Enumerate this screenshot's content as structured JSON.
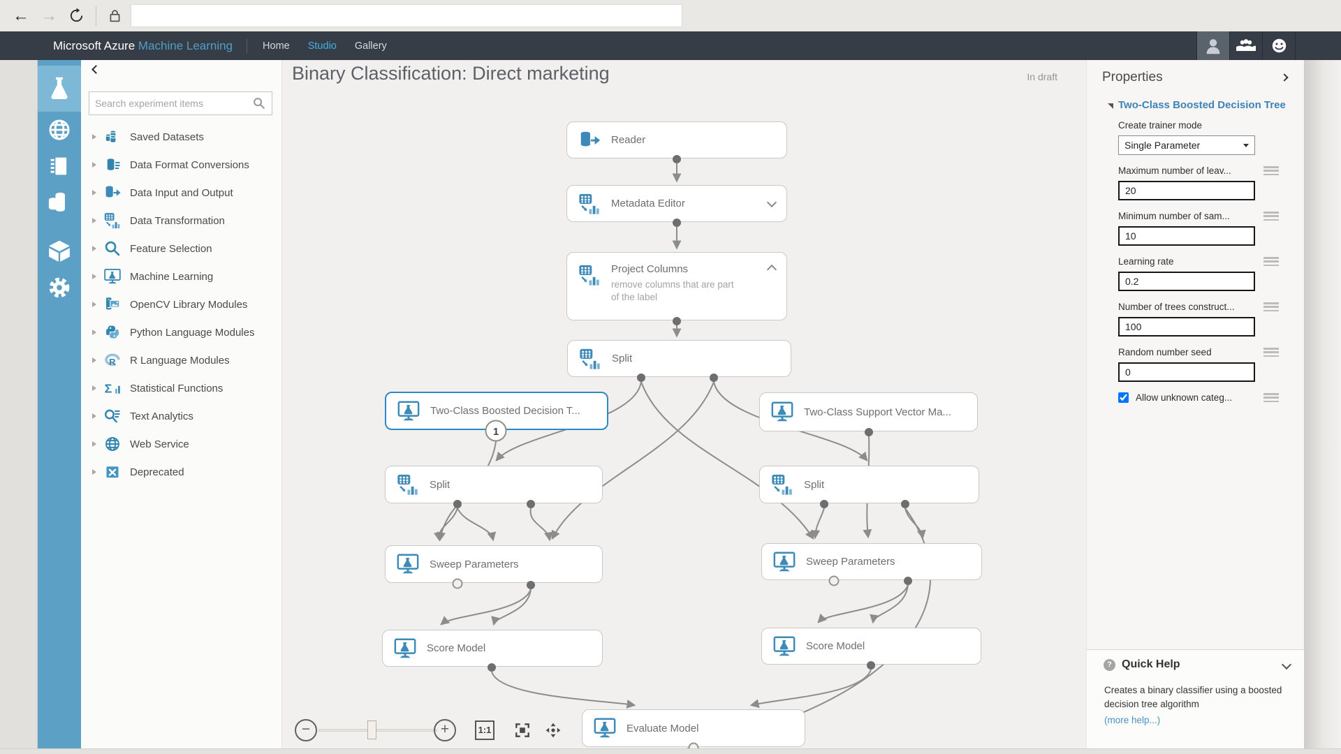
{
  "browser": {
    "url": ""
  },
  "header": {
    "brand_primary": "Microsoft Azure",
    "brand_secondary": "Machine Learning",
    "nav": [
      {
        "label": "Home"
      },
      {
        "label": "Studio"
      },
      {
        "label": "Gallery"
      }
    ]
  },
  "palette": {
    "search_placeholder": "Search experiment items",
    "items": [
      {
        "label": "Saved Datasets"
      },
      {
        "label": "Data Format Conversions"
      },
      {
        "label": "Data Input and Output"
      },
      {
        "label": "Data Transformation"
      },
      {
        "label": "Feature Selection"
      },
      {
        "label": "Machine Learning"
      },
      {
        "label": "OpenCV Library Modules"
      },
      {
        "label": "Python Language Modules"
      },
      {
        "label": "R Language Modules"
      },
      {
        "label": "Statistical Functions"
      },
      {
        "label": "Text Analytics"
      },
      {
        "label": "Web Service"
      },
      {
        "label": "Deprecated"
      }
    ]
  },
  "experiment": {
    "title": "Binary Classification: Direct marketing",
    "status": "In draft"
  },
  "nodes": [
    {
      "label": "Reader"
    },
    {
      "label": "Metadata Editor"
    },
    {
      "label": "Project Columns",
      "comment": "remove columns that are part of the label"
    },
    {
      "label": "Split"
    },
    {
      "label": "Two-Class Boosted Decision T...",
      "badge": "1"
    },
    {
      "label": "Two-Class Support Vector Ma..."
    },
    {
      "label": "Split"
    },
    {
      "label": "Split"
    },
    {
      "label": "Sweep Parameters"
    },
    {
      "label": "Sweep Parameters"
    },
    {
      "label": "Score Model"
    },
    {
      "label": "Score Model"
    },
    {
      "label": "Evaluate Model"
    }
  ],
  "zoombar": {
    "zoom_out": "−",
    "zoom_in": "+",
    "reset_label": "1:1"
  },
  "properties": {
    "title": "Properties",
    "section_title": "Two-Class Boosted Decision Tree",
    "fields": [
      {
        "label": "Create trainer mode",
        "type": "select",
        "value": "Single Parameter"
      },
      {
        "label": "Maximum number of leav...",
        "type": "text",
        "value": "20"
      },
      {
        "label": "Minimum number of sam...",
        "type": "text",
        "value": "10"
      },
      {
        "label": "Learning rate",
        "type": "text",
        "value": "0.2"
      },
      {
        "label": "Number of trees construct...",
        "type": "text",
        "value": "100"
      },
      {
        "label": "Random number seed",
        "type": "text",
        "value": "0"
      },
      {
        "label": "Allow unknown categ...",
        "type": "checkbox",
        "checked": "checked"
      }
    ]
  },
  "quick_help": {
    "title": "Quick Help",
    "qmark": "?",
    "body": "Creates a binary classifier using a boosted decision tree algorithm",
    "link": "(more help...)"
  }
}
